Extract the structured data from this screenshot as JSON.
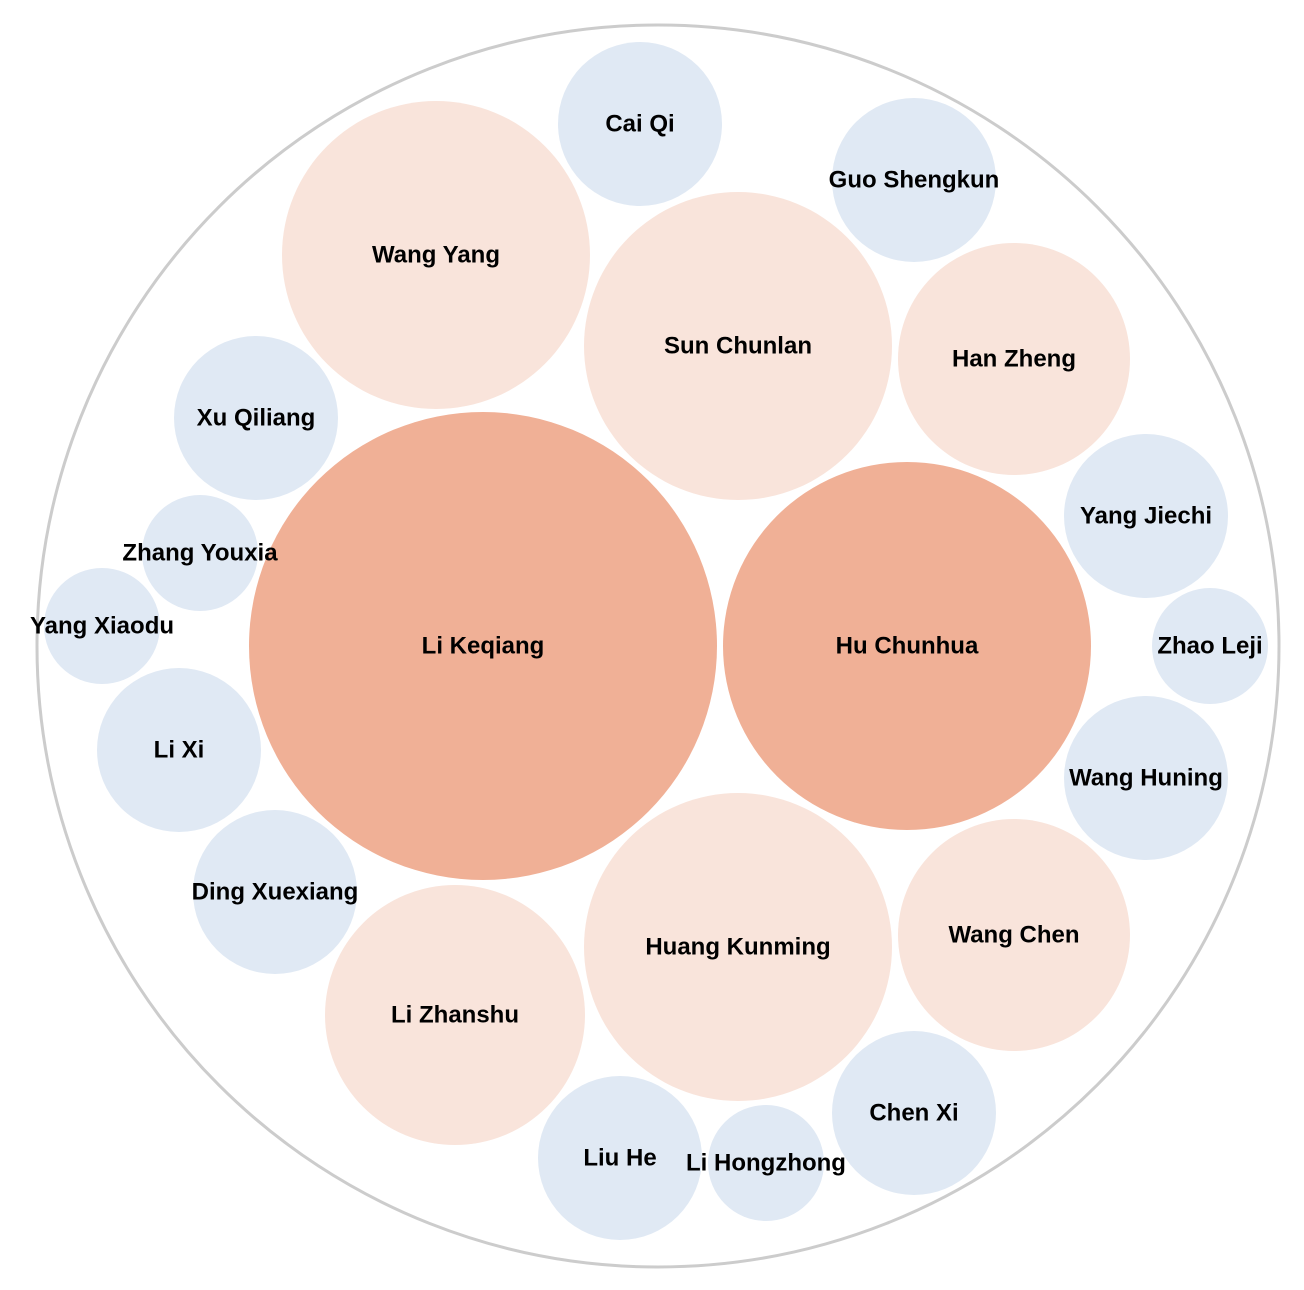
{
  "colors": {
    "outer_stroke": "#cccccc",
    "tier_large": "#f0b096",
    "tier_medium": "#f9e4db",
    "tier_small": "#e0e9f4"
  },
  "bubbles": [
    {
      "label": "Li Keqiang",
      "tier": "large"
    },
    {
      "label": "Hu Chunhua",
      "tier": "large"
    },
    {
      "label": "Wang Yang",
      "tier": "medium"
    },
    {
      "label": "Sun Chunlan",
      "tier": "medium"
    },
    {
      "label": "Han Zheng",
      "tier": "medium"
    },
    {
      "label": "Huang Kunming",
      "tier": "medium"
    },
    {
      "label": "Wang Chen",
      "tier": "medium"
    },
    {
      "label": "Li Zhanshu",
      "tier": "medium"
    },
    {
      "label": "Cai Qi",
      "tier": "small"
    },
    {
      "label": "Guo Shengkun",
      "tier": "small"
    },
    {
      "label": "Xu Qiliang",
      "tier": "small"
    },
    {
      "label": "Zhang Youxia",
      "tier": "small"
    },
    {
      "label": "Yang Xiaodu",
      "tier": "small"
    },
    {
      "label": "Li Xi",
      "tier": "small"
    },
    {
      "label": "Ding Xuexiang",
      "tier": "small"
    },
    {
      "label": "Liu He",
      "tier": "small"
    },
    {
      "label": "Li Hongzhong",
      "tier": "small"
    },
    {
      "label": "Chen Xi",
      "tier": "small"
    },
    {
      "label": "Wang Huning",
      "tier": "small"
    },
    {
      "label": "Zhao Leji",
      "tier": "small"
    },
    {
      "label": "Yang Jiechi",
      "tier": "small"
    }
  ]
}
